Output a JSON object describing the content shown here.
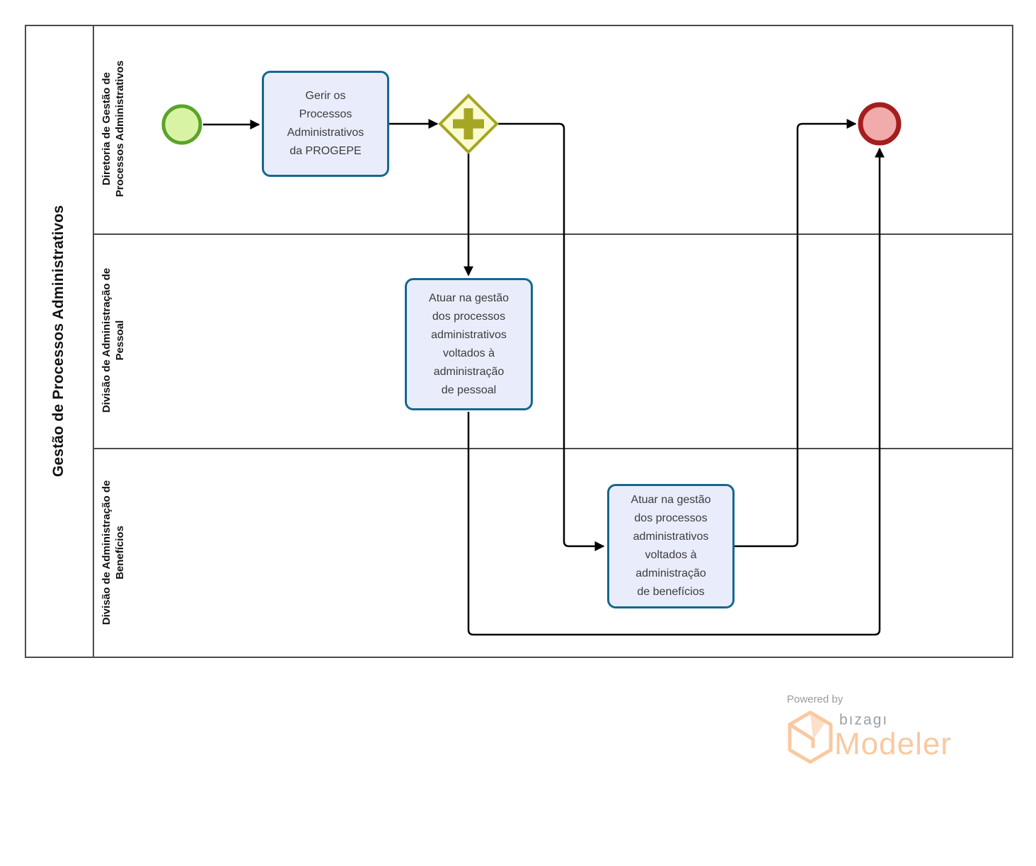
{
  "pool": {
    "title": "Gestão de Processos Administrativos",
    "lanes": [
      {
        "name": "Diretoria de Gestão de Processos Administrativos",
        "label_lines": [
          "Diretoria de Gestão de",
          "Processos Administrativos"
        ]
      },
      {
        "name": "Divisão de Administração de Pessoal",
        "label_lines": [
          "Divisão de Administração de",
          "Pessoal"
        ]
      },
      {
        "name": "Divisão de Administração de Benefícios",
        "label_lines": [
          "Divisão de Administração de",
          "Benefícios"
        ]
      }
    ]
  },
  "flow_elements": {
    "start_event": {
      "type": "start-event"
    },
    "end_event": {
      "type": "end-event"
    },
    "parallel_gateway": {
      "type": "parallel-gateway",
      "symbol": "+"
    },
    "tasks": [
      {
        "label": "Gerir os Processos Administrativos da PROGEPE",
        "lines": [
          "Gerir os",
          "Processos",
          "Administrativos",
          "da PROGEPE"
        ]
      },
      {
        "label": "Atuar na gestão dos processos administrativos voltados à administração de pessoal",
        "lines": [
          "Atuar na gestão",
          "dos processos",
          "administrativos",
          "voltados à",
          "administração",
          "de pessoal"
        ]
      },
      {
        "label": "Atuar na gestão dos processos administrativos voltados à administração de benefícios",
        "lines": [
          "Atuar na gestão",
          "dos processos",
          "administrativos",
          "voltados à",
          "administração",
          "de benefícios"
        ]
      }
    ]
  },
  "footer": {
    "powered_by": "Powered by",
    "brand": "bızagı",
    "product": "Modeler"
  },
  "colors": {
    "pool-border": "#4B4B4B",
    "task-border": "#15678F",
    "task-fill": "#E9EDFB",
    "start-border": "#5BA329",
    "start-fill": "#D9F3A4",
    "end-border": "#A51D1D",
    "end-fill": "#F1ABAB",
    "gateway-border": "#A5A623",
    "gateway-fill": "#FBFBD2",
    "flow": "#000000",
    "brand-orange": "#F9C9A0",
    "brand-gray": "#9B9B9B"
  }
}
